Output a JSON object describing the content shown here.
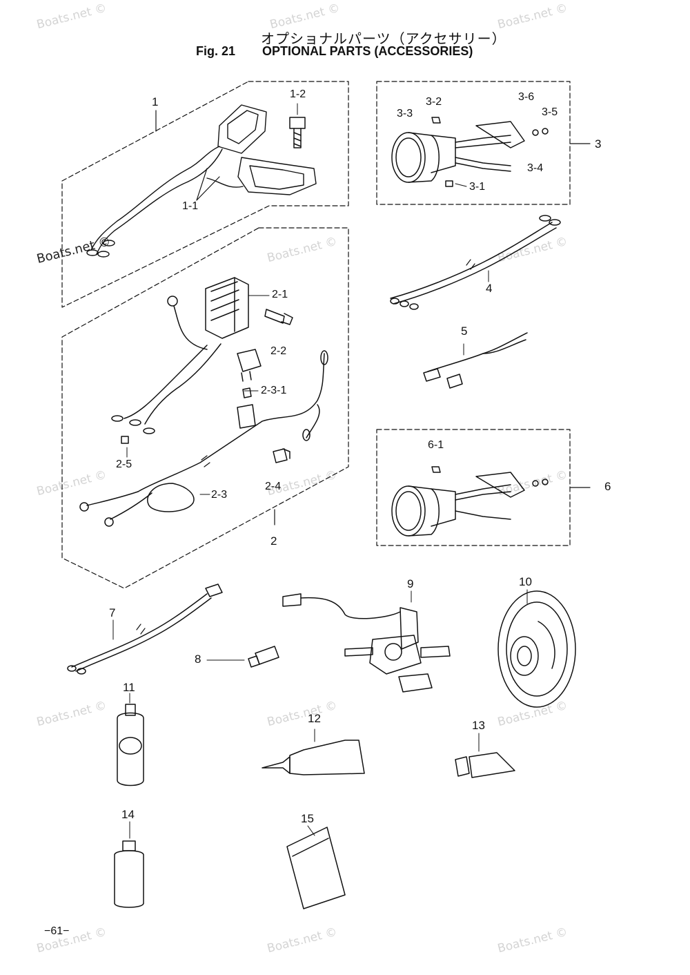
{
  "header": {
    "title_jp": "オプショナルパーツ（アクセサリー）",
    "fig": "Fig. 21",
    "title_en": "OPTIONAL PARTS (ACCESSORIES)"
  },
  "labels": {
    "p1": "1",
    "p1_1": "1-1",
    "p1_2": "1-2",
    "p2": "2",
    "p2_1": "2-1",
    "p2_2": "2-2",
    "p2_3_1": "2-3-1",
    "p2_3": "2-3",
    "p2_4": "2-4",
    "p2_5": "2-5",
    "p3": "3",
    "p3_1": "3-1",
    "p3_2": "3-2",
    "p3_3": "3-3",
    "p3_4": "3-4",
    "p3_5": "3-5",
    "p3_6": "3-6",
    "p4": "4",
    "p5": "5",
    "p6": "6",
    "p6_1": "6-1",
    "p7": "7",
    "p8": "8",
    "p9": "9",
    "p10": "10",
    "p11": "11",
    "p12": "12",
    "p13": "13",
    "p14": "14",
    "p15": "15"
  },
  "watermark": "Boats.net ©",
  "page_number": "−61−"
}
